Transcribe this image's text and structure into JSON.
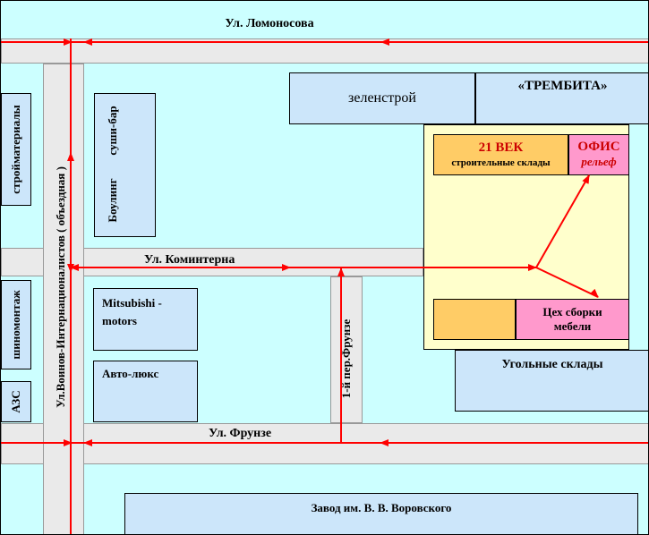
{
  "streets": {
    "lomonosova": "Ул. Ломоносова",
    "kominterna": "Ул. Коминтерна",
    "frunze": "Ул. Фрунзе",
    "voinov": "Ул.Воинов-Интернационалистов  ( объездная )",
    "frunze_lane": "1-й пер.Фрунзе"
  },
  "places": {
    "zelenstroy": "зеленстрой",
    "trembita": "«ТРЕМБИТА»",
    "vek21_title": "21 ВЕК",
    "vek21_sub": "строительные склады",
    "office_title": "ОФИС",
    "office_sub": "рельеф",
    "furniture": "Цех сборки мебели",
    "coal": "Угольные склады",
    "factory": "Завод им. В. В. Воровского",
    "stroymaterialy": "стройматериалы",
    "shinomontazh": "шиномонтаж",
    "azs": "АЗС",
    "bowling": "Боулинг",
    "sushi": "суши-бар",
    "mitsubishi": "Mitsubishi - motors",
    "autolux": "Авто-люкс"
  },
  "colors": {
    "background": "#ccffff",
    "route": "#ff0000",
    "destination_area": "#ffffcc",
    "warehouse": "#ffcc66",
    "office": "#ff99cc",
    "block": "#cce6fa"
  }
}
